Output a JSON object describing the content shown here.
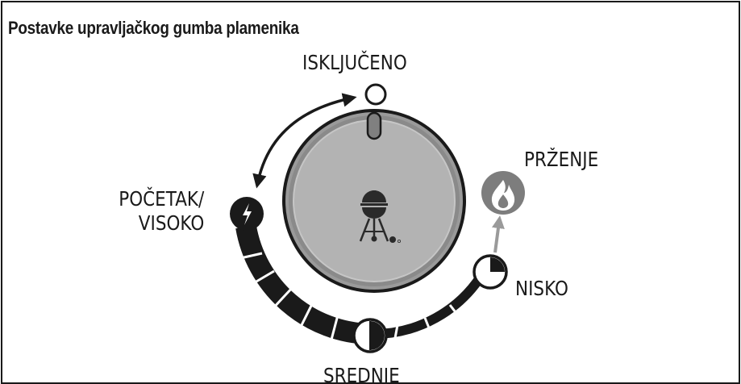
{
  "title": "Postavke upravljačkog gumba plamenika",
  "settings": {
    "off": "ISKLJUČENO",
    "start_line1": "POČETAK/",
    "start_line2": "VISOKO",
    "medium": "SREDNJE",
    "low": "NISKO",
    "sear": "PRŽENJE"
  },
  "icons": [
    "off-circle-icon",
    "lightning-icon",
    "half-circle-icon",
    "quarter-circle-icon",
    "flame-icon",
    "grill-logo-icon",
    "rotation-arrow-icon"
  ],
  "colors": {
    "ink": "#1a1a1a",
    "knob_face": "#b3b3b3",
    "knob_ring": "#8a8a8a",
    "sear_badge": "#7d7d7d",
    "sear_arrow": "#9a9a9a"
  }
}
